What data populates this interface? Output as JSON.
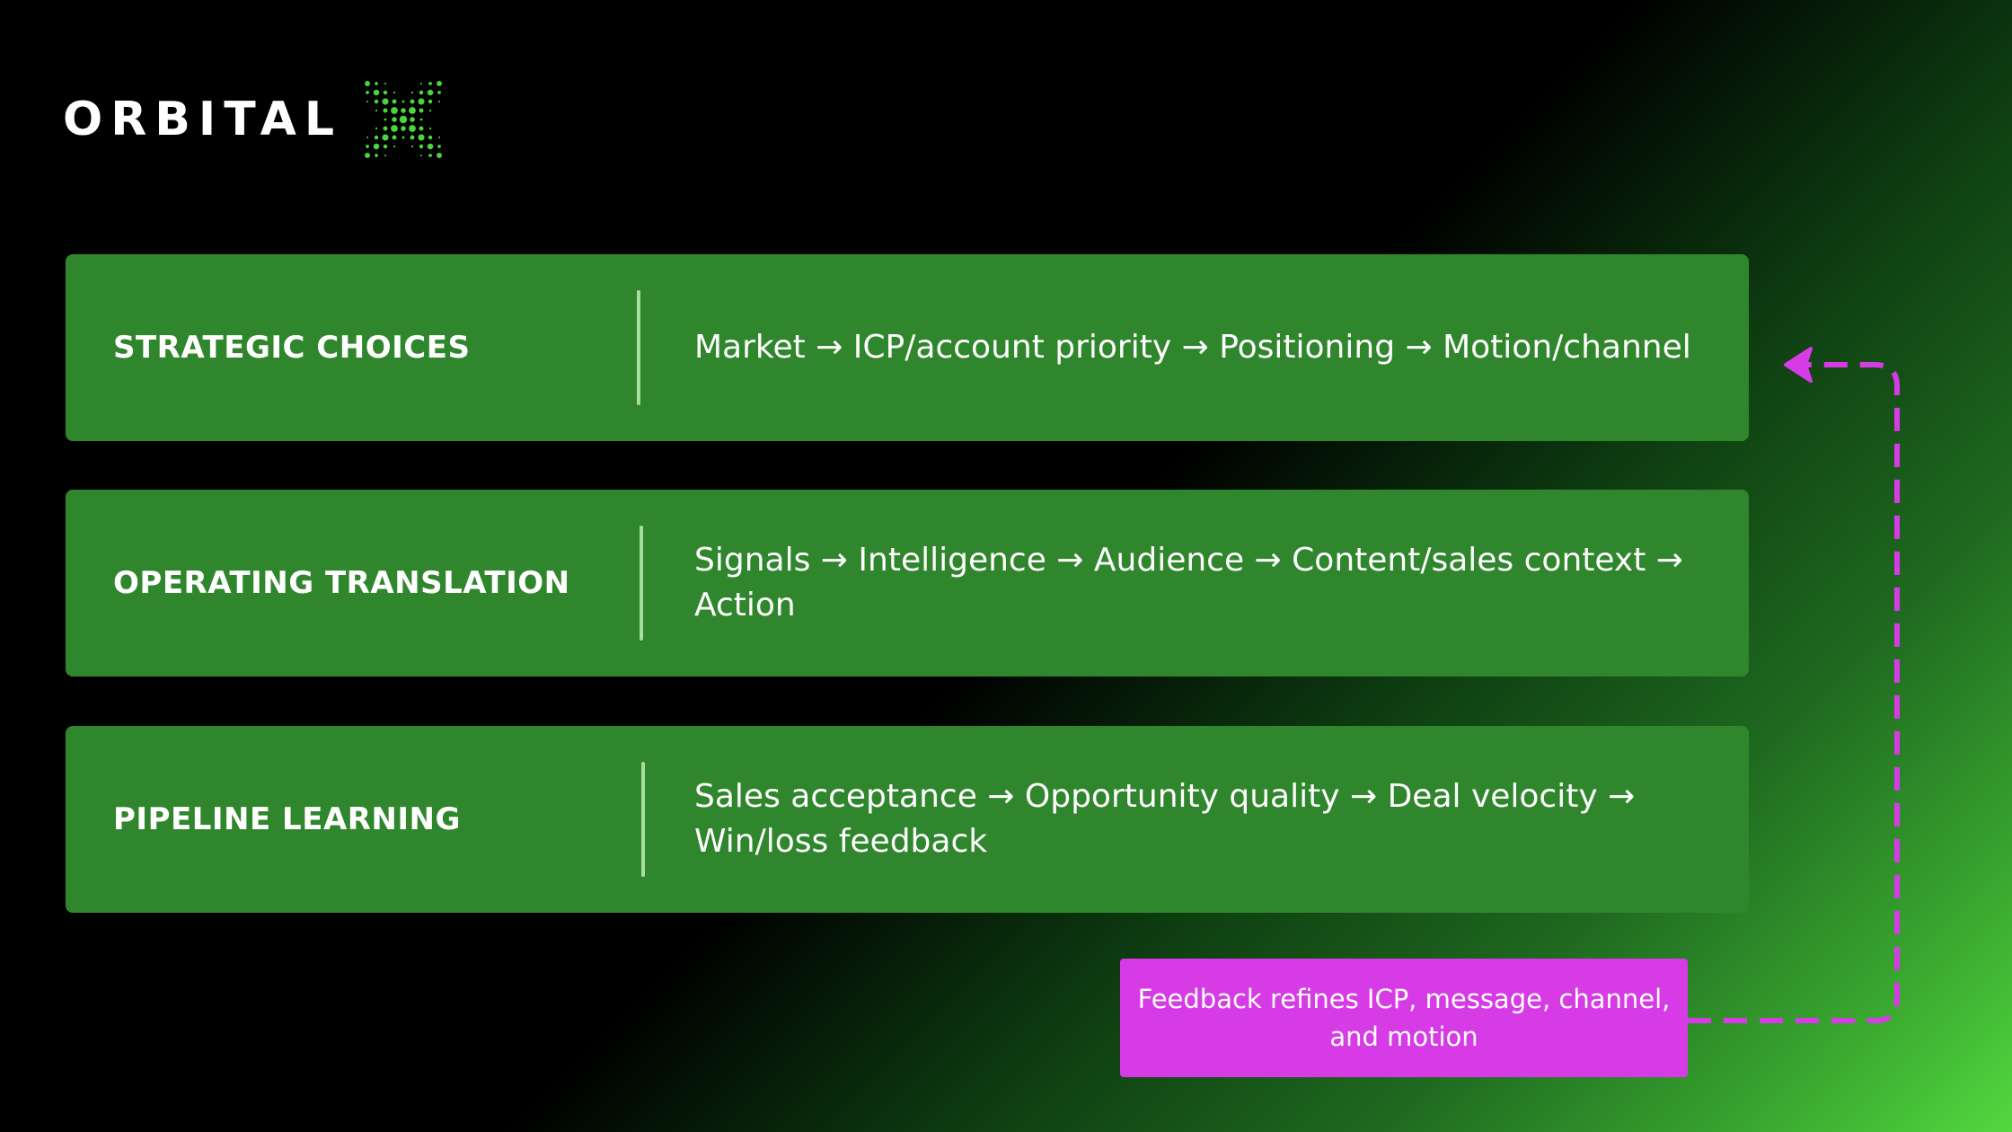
{
  "brand": {
    "name": "ORBITAL",
    "mark_icon": "dotted-x-logo-icon",
    "colors": {
      "wordmark": "#ffffff",
      "mark": "#4cd43d"
    }
  },
  "rows": [
    {
      "label": "STRATEGIC CHOICES",
      "text": "Market → ICP/account priority → Positioning → Motion/channel"
    },
    {
      "label": "OPERATING TRANSLATION",
      "text": "Signals → Intelligence → Audience → Content/sales context → Action"
    },
    {
      "label": "PIPELINE LEARNING",
      "text": "Sales acceptance → Opportunity quality → Deal velocity → Win/loss feedback"
    }
  ],
  "feedback": {
    "text": "Feedback refines ICP, message, channel, and motion"
  },
  "colors": {
    "row_fill": "#2f862c",
    "divider": "#a9dca0",
    "feedback_fill": "#d63be6",
    "loop_arrow": "#d63be6"
  }
}
